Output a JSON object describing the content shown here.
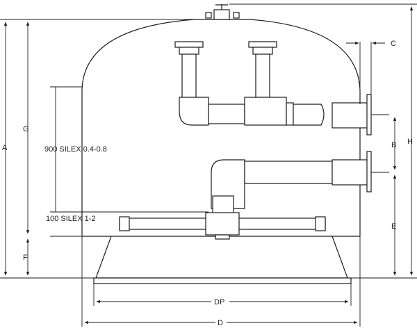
{
  "labels": {
    "a": "A",
    "g": "G",
    "f": "F",
    "h": "H",
    "c": "C",
    "b": "B",
    "e": "E",
    "dp": "DP",
    "d": "D",
    "silex_upper": "900 SILEX 0.4-0.8",
    "silex_lower": "100 SILEX 1-2"
  },
  "colors": {
    "line": "#1a1a1a",
    "shade": "#d9d9d9",
    "background": "#ffffff"
  }
}
